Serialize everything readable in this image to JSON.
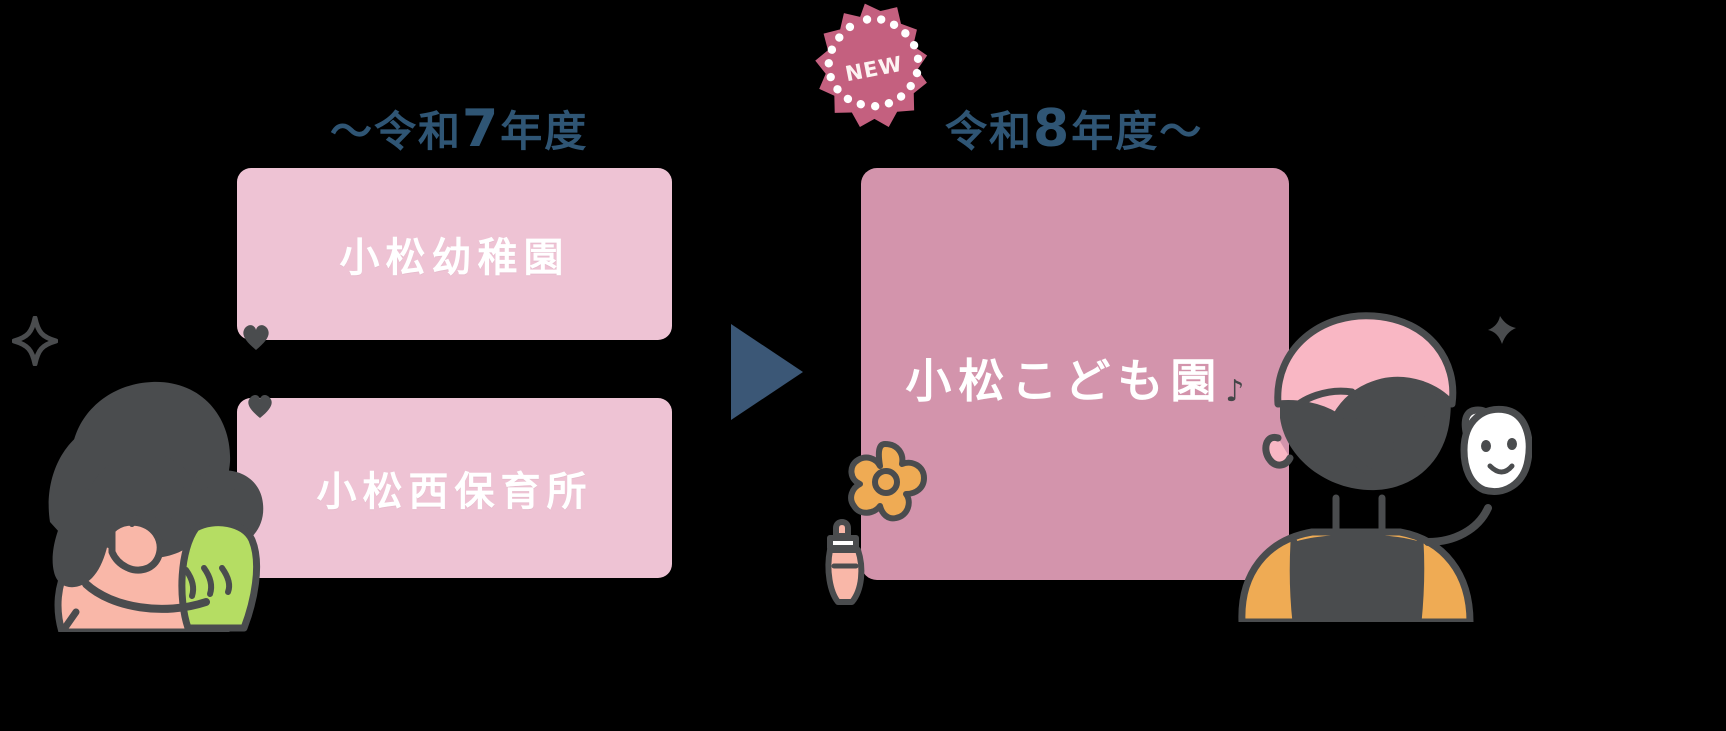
{
  "page": {
    "background_color": "#000000",
    "accent_navy": "#2f5574",
    "accent_pink_light": "#eec3d4",
    "accent_pink_deep": "#d394ac",
    "accent_badge": "#c4607f",
    "accent_orange": "#efab54",
    "ink_gray": "#444648"
  },
  "eras": {
    "old": {
      "prefix": "〜令和",
      "year": "7",
      "suffix": "年度"
    },
    "new": {
      "prefix": "令和",
      "year": "8",
      "suffix": "年度〜"
    }
  },
  "badge": {
    "label": "NEW",
    "shape": "starburst-12-point",
    "color": "#c4607f",
    "dot_color": "#ffffff",
    "text_color": "#fdf4f2"
  },
  "old_facilities": [
    {
      "name": "小松幼稚園",
      "icon": "facility-box-icon"
    },
    {
      "name": "小松西保育所",
      "icon": "facility-box-icon"
    }
  ],
  "new_facility": {
    "name": "小松こども園",
    "decoration": "♪",
    "decoration_name": "music-note-icon"
  },
  "arrow": {
    "direction": "right",
    "icon": "triangle-right-icon",
    "color": "#3b5776"
  },
  "illustrations": [
    {
      "id": "mother-and-baby",
      "position": "left",
      "colors": [
        "#4a4c4e",
        "#f9b7a8",
        "#b5dd63"
      ]
    },
    {
      "id": "teacher-with-puppet",
      "position": "right",
      "colors": [
        "#f9b7c4",
        "#efab54",
        "#4a4c4e"
      ]
    }
  ],
  "decorations": [
    {
      "id": "flower-icon",
      "color": "#efab54"
    },
    {
      "id": "baby-bottle-icon",
      "color": "#f9b7a8"
    },
    {
      "id": "heart-icon",
      "color": "#4a4c4e"
    },
    {
      "id": "sparkle-icon",
      "color": "#4a4c4e"
    }
  ]
}
